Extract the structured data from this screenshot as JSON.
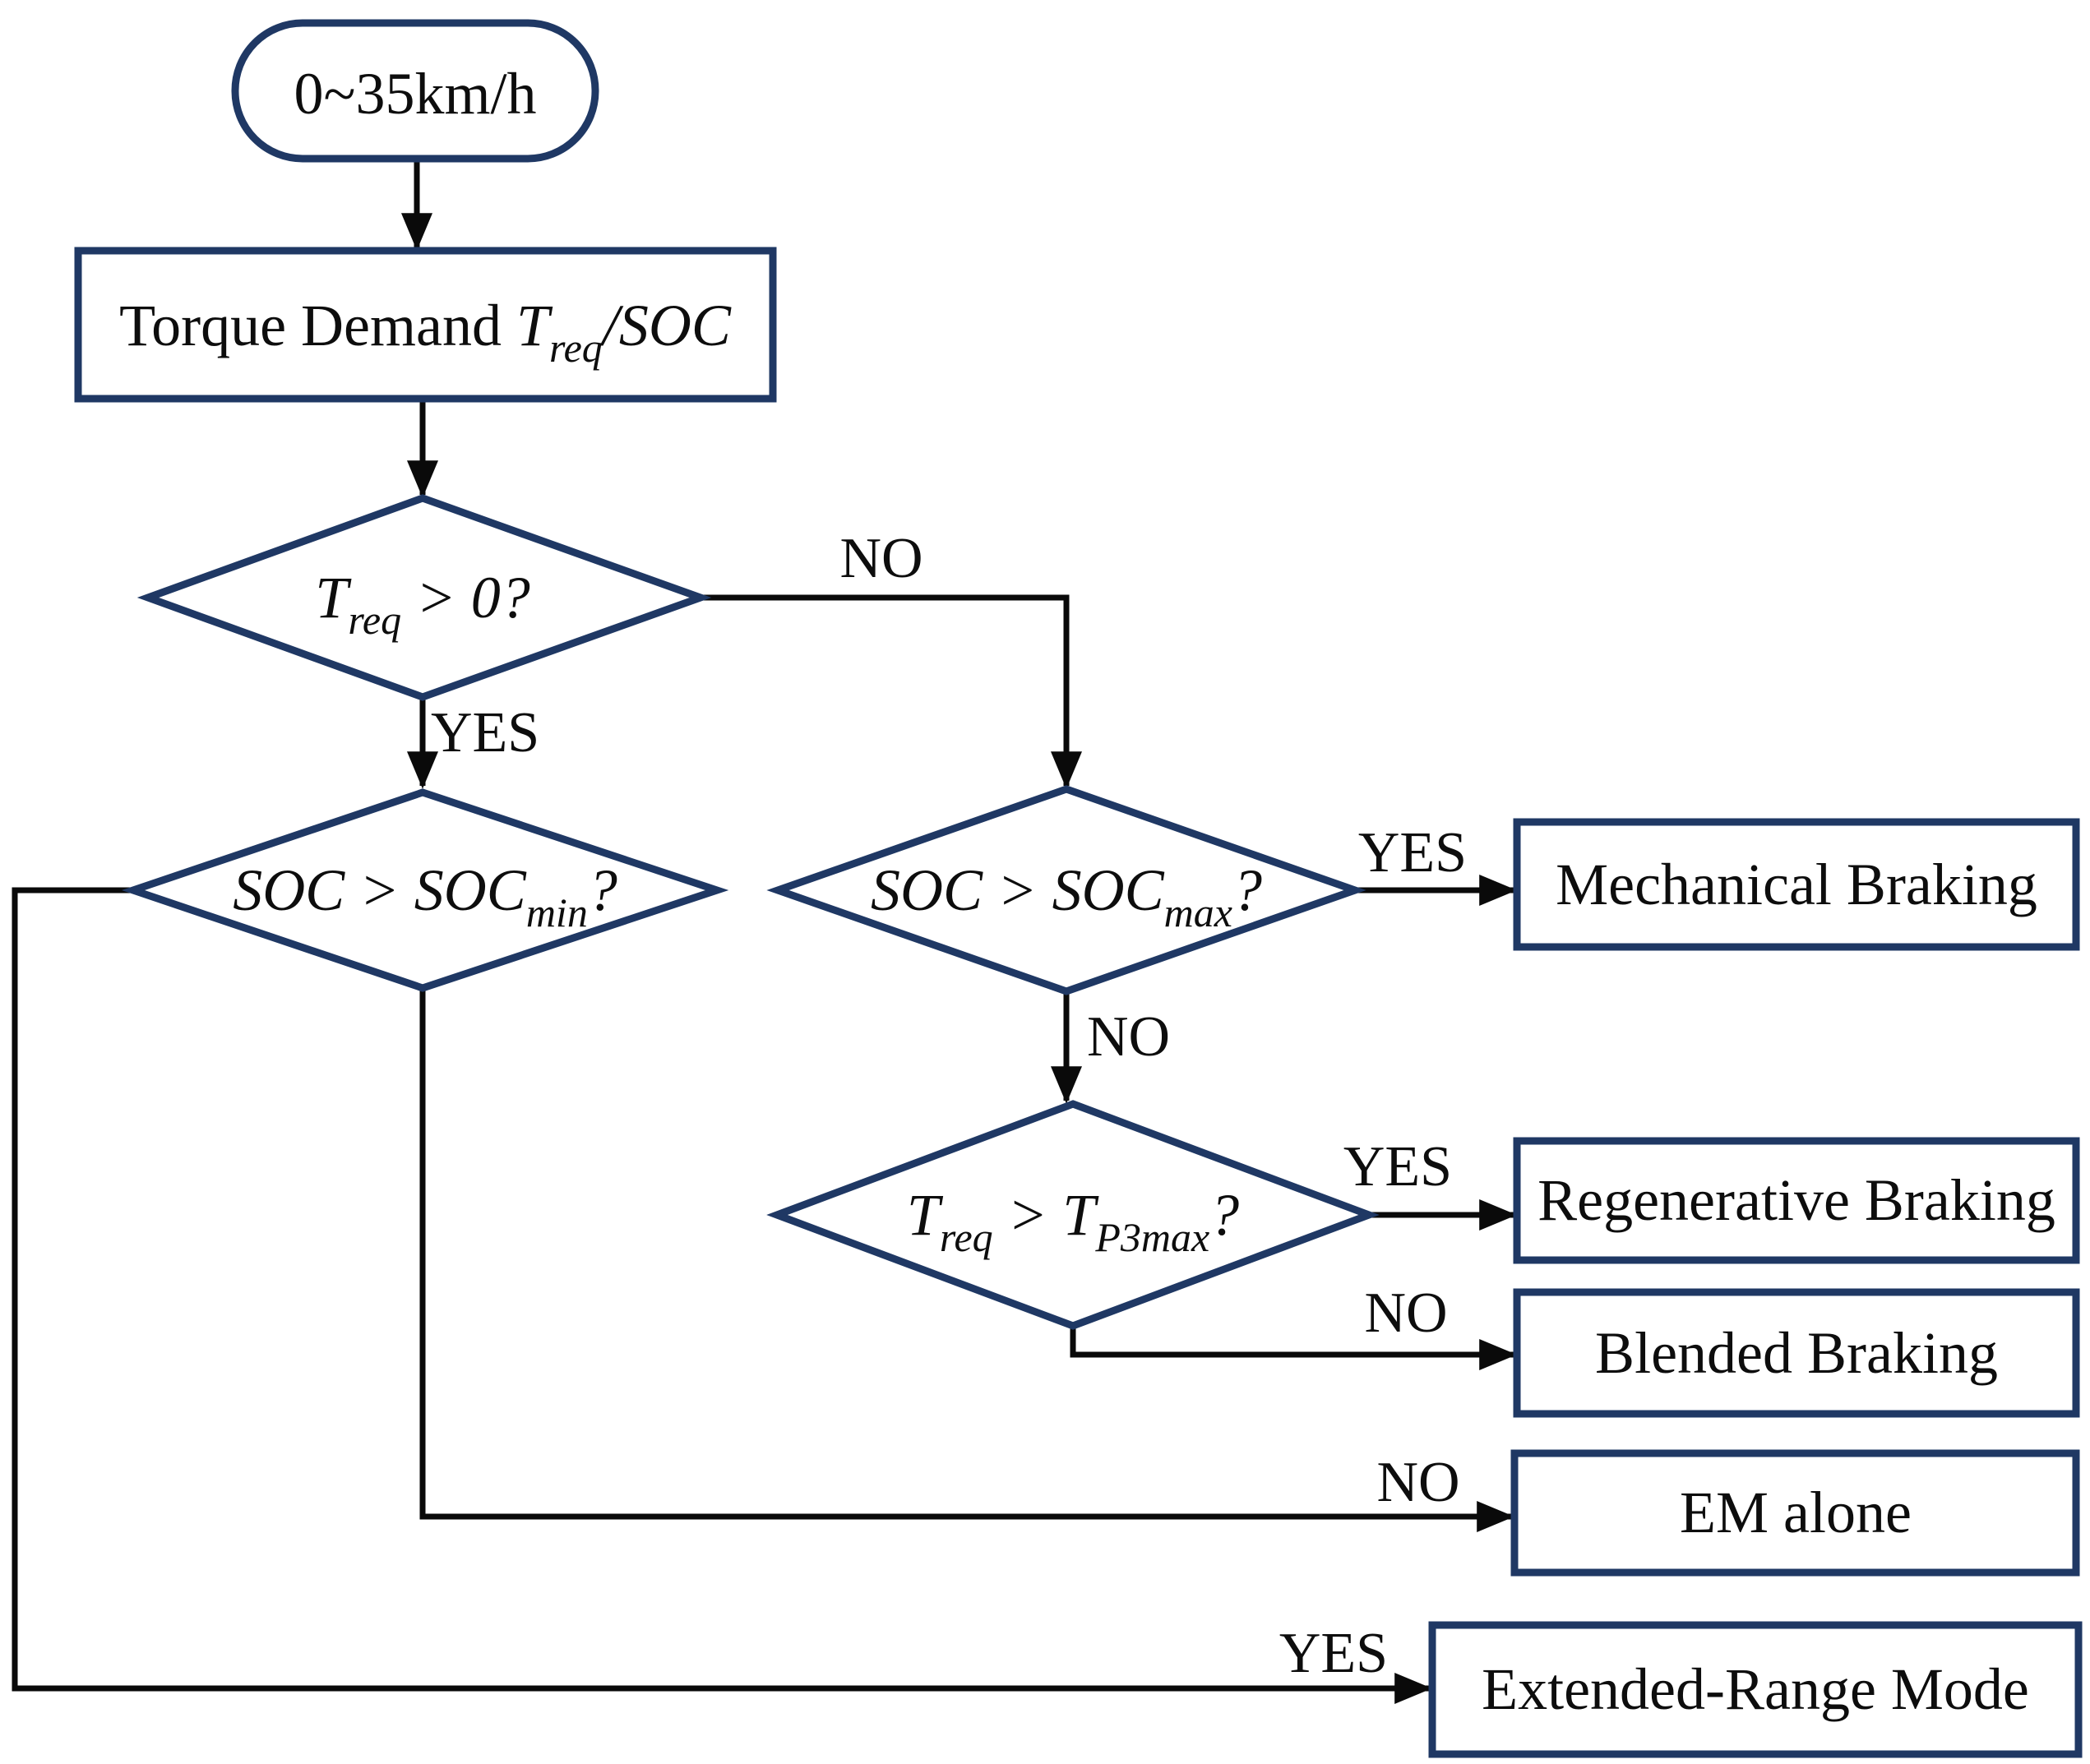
{
  "colors": {
    "shape_border": "#1f3864",
    "connector": "#0a0a0a",
    "ink": "#0d0d0d",
    "page_bg": "#ffffff"
  },
  "nodes": {
    "start": {
      "label": "0~35km/h"
    },
    "torque": {
      "text": "Torque Demand ",
      "var1": "T",
      "sub1": "req",
      "tail": "/SOC"
    },
    "d1": {
      "var1": "T",
      "sub1": "req",
      "tail": " > 0?"
    },
    "d2": {
      "head": "SOC > SOC",
      "sub1": "min",
      "tail": "?"
    },
    "d3": {
      "head": "SOC > SOC",
      "sub1": "max",
      "tail": "?"
    },
    "d4": {
      "var1": "T",
      "sub1": "req",
      "mid": " > T",
      "sub2": "P3max",
      "tail": "?"
    },
    "mechanical": {
      "label": "Mechanical Braking"
    },
    "regenerative": {
      "label": "Regenerative Braking"
    },
    "blended": {
      "label": "Blended Braking"
    },
    "em_alone": {
      "label": "EM alone"
    },
    "extended_range": {
      "label": "Extended-Range Mode"
    }
  },
  "edge_labels": {
    "d1_no": "NO",
    "d1_yes": "YES",
    "d2_yes": "YES",
    "d2_no": "NO",
    "d3_yes": "YES",
    "d3_no": "NO",
    "d4_yes": "YES",
    "d4_no": "NO"
  }
}
